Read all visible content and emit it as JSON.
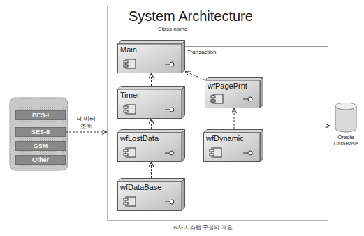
{
  "diagram": {
    "caption": "N차 시스템 구성의 개요",
    "nodes": [
      {
        "text": [
          "BES-I"
        ]
      },
      {
        "text": [
          "SES-II"
        ]
      },
      {
        "text": [
          "GSM"
        ]
      },
      {
        "text": [
          "Other"
        ]
      },
      {
        "text": [
          "System Architecture",
          "Class name"
        ]
      },
      {
        "text": [
          "Main"
        ],
        "in": 4
      },
      {
        "text": [
          "Timer"
        ],
        "in": 4
      },
      {
        "text": [
          "wfPagePrnt"
        ],
        "in": 4
      },
      {
        "text": [
          "wfLostData"
        ],
        "in": 4
      },
      {
        "text": [
          "wfDynamic"
        ],
        "in": 4
      },
      {
        "text": [
          "wfDataBase"
        ],
        "in": 4
      },
      {
        "text": [
          "Oracle DataBase"
        ]
      }
    ],
    "edges": [
      {
        "from": 1,
        "to": 4,
        "arrow": "to",
        "label": "데이터 조회"
      },
      {
        "from": 6,
        "to": 5,
        "arrow": "to"
      },
      {
        "from": 8,
        "to": 6,
        "arrow": "to"
      },
      {
        "from": 10,
        "to": 8,
        "arrow": "to"
      },
      {
        "from": 7,
        "to": 5,
        "arrow": "to"
      },
      {
        "from": 9,
        "to": 7,
        "arrow": "to"
      },
      {
        "from": 4,
        "to": 11,
        "arrow": "to"
      }
    ],
    "labels": [
      "Transaction"
    ]
  }
}
